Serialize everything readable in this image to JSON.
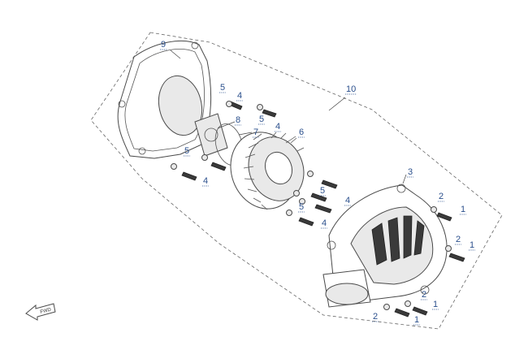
{
  "diagram": {
    "callouts": {
      "c1a": "1",
      "c1b": "1",
      "c1c": "1",
      "c1d": "1",
      "c2a": "2",
      "c2b": "2",
      "c2c": "2",
      "c2d": "2",
      "c3": "3",
      "c4a": "4",
      "c4b": "4",
      "c4c": "4",
      "c4d": "4",
      "c4e": "4",
      "c5a": "5",
      "c5b": "5",
      "c5c": "5",
      "c5d": "5",
      "c5e": "5",
      "c6": "6",
      "c7": "7",
      "c8": "8",
      "c9": "9",
      "c10": "10"
    },
    "fwd_label": "FWD",
    "colors": {
      "callout": "#2a4f8c",
      "line": "#4a4a4a"
    }
  }
}
